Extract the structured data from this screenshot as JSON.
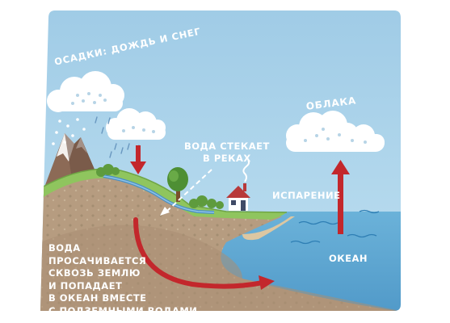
{
  "labels": {
    "precipitation": "Осадки: дождь и снег",
    "clouds": "Облака",
    "runoff": "Вода стекает\nв реках",
    "evaporation": "Испарение",
    "ocean": "Океан",
    "infiltration": "Вода\nпросачивается\nсквозь землю\nи попадает\nв океан вместе\nс подземными водами"
  },
  "colors": {
    "sky": "#a9d3ea",
    "ocean": "#5aa3cf",
    "ground": "#b9a184",
    "grass": "#8fc55e",
    "arrow": "#c3272c",
    "cloud": "#ffffff"
  },
  "icons": [
    "mountain-icon",
    "tree-icon",
    "house-icon",
    "cloud-icon",
    "rain-icon",
    "arrow-icon"
  ]
}
